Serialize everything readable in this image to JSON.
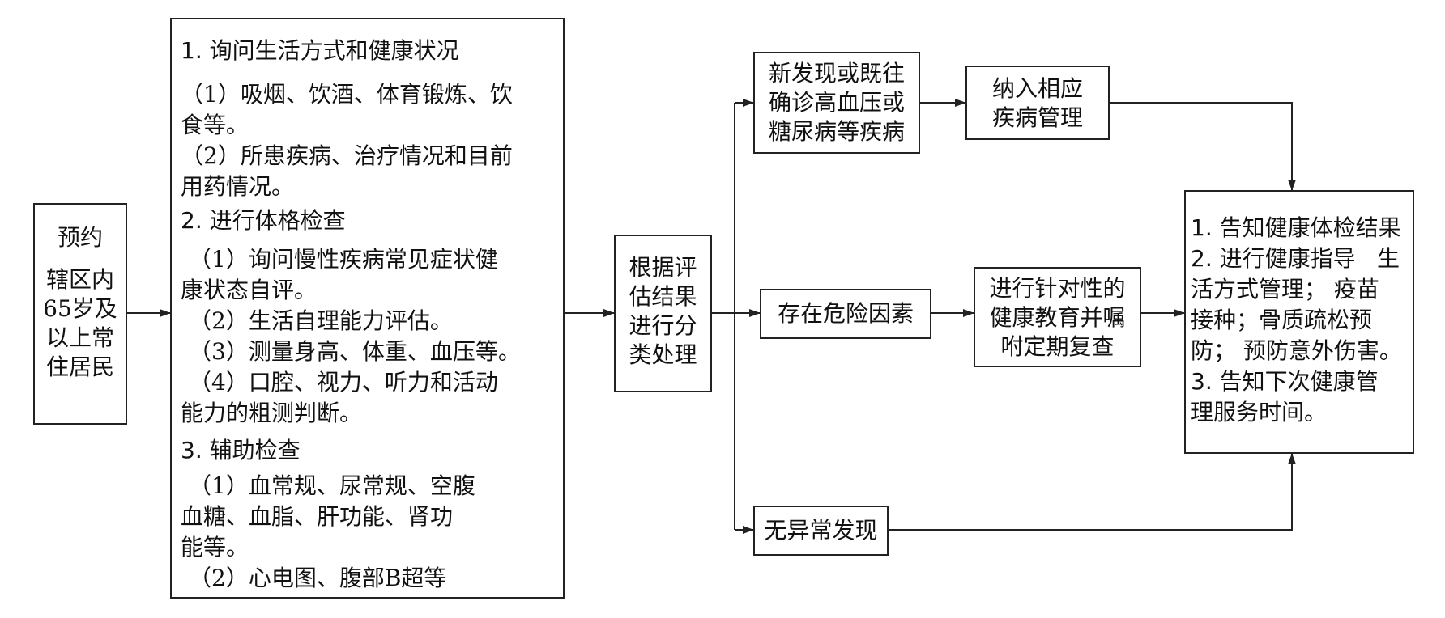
{
  "appt": {
    "title": "预约",
    "lines": [
      "辖区内",
      "65岁及",
      "以上常",
      "住居民"
    ]
  },
  "main": {
    "s1_title": "1. 询问生活方式和健康状况",
    "s1_1": "（1）吸烟、饮酒、体育锻炼、饮",
    "s1_1b": "食等。",
    "s1_2": "（2）所患疾病、治疗情况和目前",
    "s1_2b": "用药情况。",
    "s2_title": "2. 进行体格检查",
    "s2_1": "（1）询问慢性疾病常见症状健",
    "s2_1b": "康状态自评。",
    "s2_2": "（2）生活自理能力评估。",
    "s2_3": "（3）测量身高、体重、血压等。",
    "s2_4": "（4）口腔、视力、听力和活动",
    "s2_4b": "能力的粗测判断。",
    "s3_title": "3. 辅助检查",
    "s3_1": "（1）血常规、尿常规、空腹",
    "s3_1b": "血糖、血脂、肝功能、肾功",
    "s3_1c": "能等。",
    "s3_2": "（2）心电图、腹部B超等"
  },
  "classify": {
    "lines": [
      "根据评",
      "估结果",
      "进行分",
      "类处理"
    ]
  },
  "branch_top": {
    "lines": [
      "新发现或既往",
      "确诊高血压或",
      "糖尿病等疾病"
    ]
  },
  "branch_mid": {
    "label": "存在危险因素"
  },
  "branch_bot": {
    "label": "无异常发现"
  },
  "manage": {
    "lines": [
      "纳入相应",
      "疾病管理"
    ]
  },
  "educate": {
    "lines": [
      "进行针对性的",
      "健康教育并嘱",
      "咐定期复查"
    ]
  },
  "result": {
    "l1": "1. 告知健康体检结果",
    "l2a": "2. 进行健康指导",
    "l2b": "生",
    "l3": "活方式管理；  疫苗",
    "l4": "接种；骨质疏松预",
    "l5": "防；  预防意外伤害。",
    "l6": "3. 告知下次健康管",
    "l7": "理服务时间。"
  }
}
